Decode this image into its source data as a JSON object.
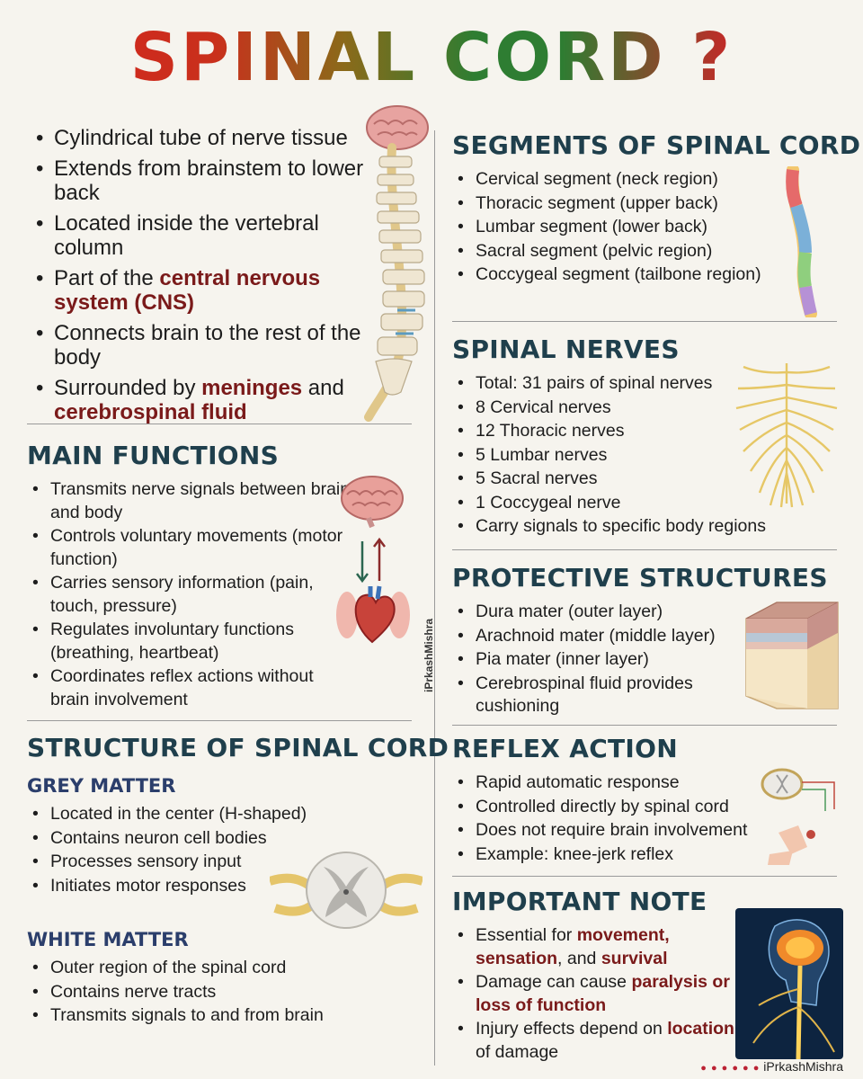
{
  "title": "SPINAL CORD ?",
  "intro": {
    "items": [
      {
        "parts": [
          {
            "t": "Cylindrical tube of nerve tissue",
            "hl": false
          }
        ]
      },
      {
        "parts": [
          {
            "t": "Extends from brainstem to lower back",
            "hl": false
          }
        ]
      },
      {
        "parts": [
          {
            "t": "Located inside the vertebral column",
            "hl": false
          }
        ]
      },
      {
        "parts": [
          {
            "t": "Part of the ",
            "hl": false
          },
          {
            "t": "central nervous system (CNS)",
            "hl": true
          }
        ]
      },
      {
        "parts": [
          {
            "t": "Connects brain to the rest of the body",
            "hl": false
          }
        ]
      },
      {
        "parts": [
          {
            "t": "Surrounded by ",
            "hl": false
          },
          {
            "t": "meninges",
            "hl": true
          },
          {
            "t": " and ",
            "hl": false
          },
          {
            "t": "cerebrospinal fluid",
            "hl": true
          }
        ]
      }
    ]
  },
  "functions": {
    "heading": "MAIN FUNCTIONS",
    "items": [
      {
        "parts": [
          {
            "t": "Transmits nerve signals between brain and body",
            "hl": false
          }
        ]
      },
      {
        "parts": [
          {
            "t": "Controls voluntary movements (motor function)",
            "hl": false
          }
        ]
      },
      {
        "parts": [
          {
            "t": "Carries sensory information (pain, touch, pressure)",
            "hl": false
          }
        ]
      },
      {
        "parts": [
          {
            "t": "Regulates involuntary functions (breathing, heartbeat)",
            "hl": false
          }
        ]
      },
      {
        "parts": [
          {
            "t": "Coordinates reflex actions without brain involvement",
            "hl": false
          }
        ]
      }
    ]
  },
  "structure": {
    "heading": "STRUCTURE OF SPINAL CORD",
    "grey": {
      "heading": "GREY MATTER",
      "items": [
        {
          "parts": [
            {
              "t": "Located in the center (H-shaped)",
              "hl": false
            }
          ]
        },
        {
          "parts": [
            {
              "t": "Contains neuron cell bodies",
              "hl": false
            }
          ]
        },
        {
          "parts": [
            {
              "t": "Processes sensory input",
              "hl": false
            }
          ]
        },
        {
          "parts": [
            {
              "t": "Initiates motor responses",
              "hl": false
            }
          ]
        }
      ]
    },
    "white": {
      "heading": "WHITE MATTER",
      "items": [
        {
          "parts": [
            {
              "t": "Outer region of the spinal cord",
              "hl": false
            }
          ]
        },
        {
          "parts": [
            {
              "t": "Contains nerve tracts",
              "hl": false
            }
          ]
        },
        {
          "parts": [
            {
              "t": "Transmits signals to and from brain",
              "hl": false
            }
          ]
        }
      ]
    }
  },
  "segments": {
    "heading": "SEGMENTS OF SPINAL CORD",
    "items": [
      {
        "parts": [
          {
            "t": "Cervical segment (neck region)",
            "hl": false
          }
        ]
      },
      {
        "parts": [
          {
            "t": "Thoracic segment (upper back)",
            "hl": false
          }
        ]
      },
      {
        "parts": [
          {
            "t": "Lumbar segment (lower back)",
            "hl": false
          }
        ]
      },
      {
        "parts": [
          {
            "t": "Sacral segment (pelvic region)",
            "hl": false
          }
        ]
      },
      {
        "parts": [
          {
            "t": "Coccygeal segment (tailbone region)",
            "hl": false
          }
        ]
      }
    ]
  },
  "nerves": {
    "heading": "SPINAL NERVES",
    "items": [
      {
        "parts": [
          {
            "t": "Total: 31 pairs of spinal nerves",
            "hl": false
          }
        ]
      },
      {
        "parts": [
          {
            "t": "8 Cervical nerves",
            "hl": false
          }
        ]
      },
      {
        "parts": [
          {
            "t": "12 Thoracic nerves",
            "hl": false
          }
        ]
      },
      {
        "parts": [
          {
            "t": "5 Lumbar nerves",
            "hl": false
          }
        ]
      },
      {
        "parts": [
          {
            "t": "5 Sacral nerves",
            "hl": false
          }
        ]
      },
      {
        "parts": [
          {
            "t": "1 Coccygeal nerve",
            "hl": false
          }
        ]
      },
      {
        "parts": [
          {
            "t": "Carry signals to specific body regions",
            "hl": false
          }
        ]
      }
    ]
  },
  "protective": {
    "heading": "PROTECTIVE STRUCTURES",
    "items": [
      {
        "parts": [
          {
            "t": "Dura mater (outer layer)",
            "hl": false
          }
        ]
      },
      {
        "parts": [
          {
            "t": "Arachnoid mater (middle layer)",
            "hl": false
          }
        ]
      },
      {
        "parts": [
          {
            "t": "Pia mater (inner layer)",
            "hl": false
          }
        ]
      },
      {
        "parts": [
          {
            "t": "Cerebrospinal fluid provides cushioning",
            "hl": false
          }
        ]
      }
    ]
  },
  "reflex": {
    "heading": "REFLEX ACTION",
    "items": [
      {
        "parts": [
          {
            "t": "Rapid automatic response",
            "hl": false
          }
        ]
      },
      {
        "parts": [
          {
            "t": "Controlled directly by spinal cord",
            "hl": false
          }
        ]
      },
      {
        "parts": [
          {
            "t": "Does not require brain involvement",
            "hl": false
          }
        ]
      },
      {
        "parts": [
          {
            "t": "Example: knee-jerk reflex",
            "hl": false
          }
        ]
      }
    ]
  },
  "note": {
    "heading": "IMPORTANT NOTE",
    "items": [
      {
        "parts": [
          {
            "t": "Essential for ",
            "hl": false
          },
          {
            "t": "movement, sensation",
            "hl": true
          },
          {
            "t": ", and ",
            "hl": false
          },
          {
            "t": "survival",
            "hl": true
          }
        ]
      },
      {
        "parts": [
          {
            "t": "Damage can cause ",
            "hl": false
          },
          {
            "t": "paralysis or loss of function",
            "hl": true
          }
        ]
      },
      {
        "parts": [
          {
            "t": "Injury effects depend on ",
            "hl": false
          },
          {
            "t": "location",
            "hl": true
          },
          {
            "t": " of damage",
            "hl": false
          }
        ]
      }
    ]
  },
  "watermark": "iPrkashMishra",
  "credit": "iPrkashMishra",
  "colors": {
    "heading": "#1f3f4c",
    "highlight": "#7a1a1a",
    "subheading": "#2b3e6b"
  }
}
